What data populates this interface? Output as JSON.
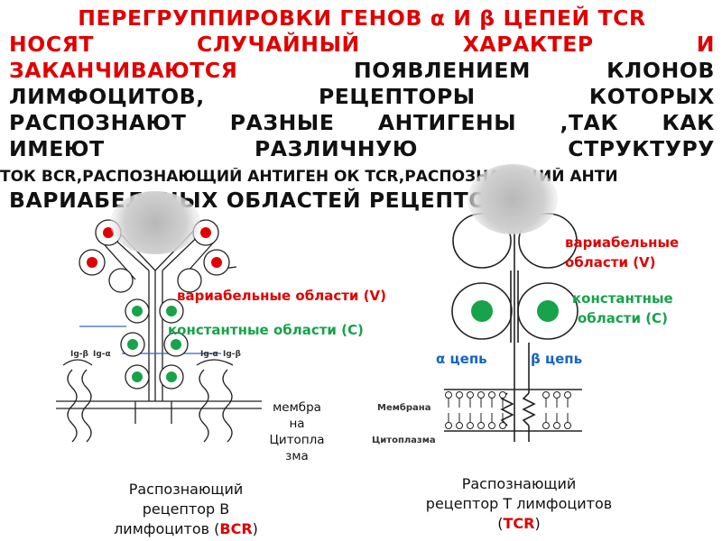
{
  "title": {
    "line1": "ПЕРЕГРУППИРОВКИ ГЕНОВ α И β ЦЕПЕЙ TCR",
    "line2": "НОСЯТ СЛУЧАЙНЫЙ ХАРАКТЕР И",
    "line3_red": "ЗАКАНЧИВАЮТСЯ",
    "line3_rest": "ПОЯВЛЕНИЕМ КЛОНОВ",
    "line4": "ЛИМФОЦИТОВ, РЕЦЕПТОРЫ КОТОРЫХ",
    "line5": "РАСПОЗНАЮТ РАЗНЫЕ АНТИГЕНЫ ,ТАК КАК",
    "line6": "ИМЕЮТ РАЗЛИЧНУЮ СТРУКТУРУ",
    "line7": "ВАРИАБЕЛЬНЫХ ОБЛАСТЕЙ РЕЦЕПТОРА"
  },
  "overlap_text": "ТОК BCR,РАСПОЗНАЮЩИЙ АНТИГЕН ОК TCR,РАСПОЗНАЮЩИЙ АНТИ",
  "bcr": {
    "variable_label": "вариабельные области (V)",
    "constant_label": "константные области (С)",
    "membrane_note": "мембра на Цитопла зма",
    "small_labels": [
      "Ig-β",
      "Ig-α",
      "Ig-α",
      "Ig-β"
    ],
    "caption_line1": "Распознающий",
    "caption_line2": "рецептор В",
    "caption_line3_pre": "лимфоцитов (",
    "caption_line3_red": "BCR",
    "caption_line3_post": ")"
  },
  "tcr": {
    "variable_label_line1": "вариабельные",
    "variable_label_line2": "области (V)",
    "constant_label_line1": "константные",
    "constant_label_line2": "области (С)",
    "alpha_label": "α цепь",
    "beta_label": "β цепь",
    "membrane_label": "Мембрана",
    "cytoplasm_label": "Цитоплазма",
    "caption_line1": "Распознающий",
    "caption_line2": "рецептор Т лимфоцитов",
    "caption_line3_pre": "(",
    "caption_line3_red": "TCR",
    "caption_line3_post": ")"
  },
  "colors": {
    "title_accent": "#e00000",
    "variable_domain": "#e00000",
    "constant_domain": "#16a34a",
    "chain_label": "#1565c0"
  }
}
